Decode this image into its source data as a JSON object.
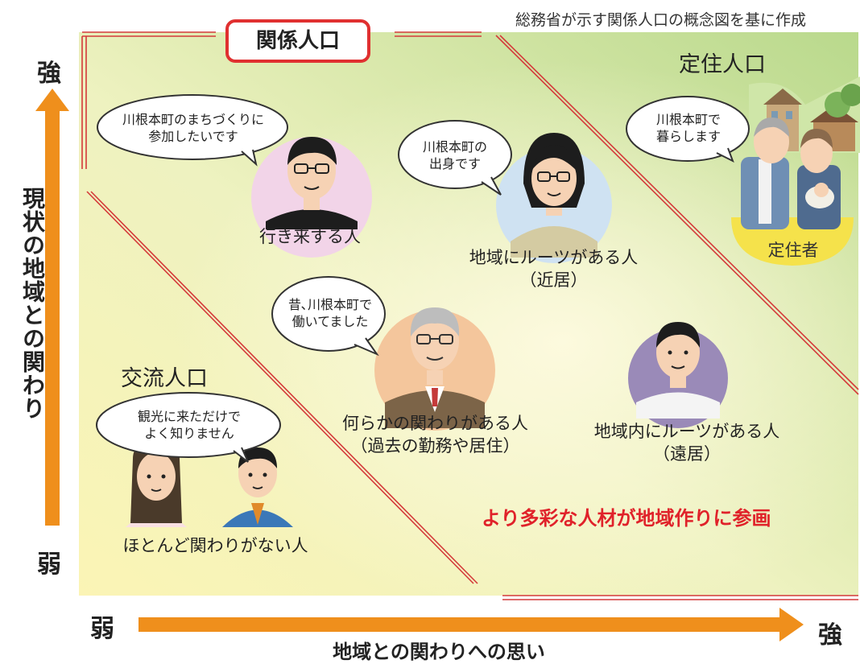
{
  "source_note": "総務省が示す関係人口の概念図を基に作成",
  "y_axis": {
    "label": "現状の地域との関わり",
    "high": "強",
    "low": "弱"
  },
  "x_axis": {
    "label": "地域との関わりへの思い",
    "low": "弱",
    "high": "強"
  },
  "regions": {
    "kankei": "関係人口",
    "teiju": "定住人口",
    "koryu": "交流人口"
  },
  "people": [
    {
      "bubble": [
        "川根本町のまちづくりに",
        "参加したいです"
      ],
      "label": [
        "行き来する人"
      ]
    },
    {
      "bubble": [
        "川根本町の",
        "出身です"
      ],
      "label": [
        "地域にルーツがある人",
        "（近居）"
      ]
    },
    {
      "bubble": [
        "川根本町で",
        "暮らします"
      ],
      "label": [
        "定住者"
      ]
    },
    {
      "bubble": [
        "昔､川根本町で",
        "働いてました"
      ],
      "label": [
        "何らかの関わりがある人",
        "（過去の勤務や居住）"
      ]
    },
    {
      "bubble": [],
      "label": [
        "地域内にルーツがある人",
        "（遠居）"
      ]
    },
    {
      "bubble": [
        "観光に来ただけで",
        "よく知りません"
      ],
      "label": [
        "ほとんど関わりがない人"
      ]
    }
  ],
  "highlight": "より多彩な人材が地域作りに参画",
  "colors": {
    "accent_orange": "#ef8f1c",
    "accent_red": "#e0222a",
    "panel_yellow": "#fbf4b5",
    "panel_green": "#b8d98a"
  }
}
